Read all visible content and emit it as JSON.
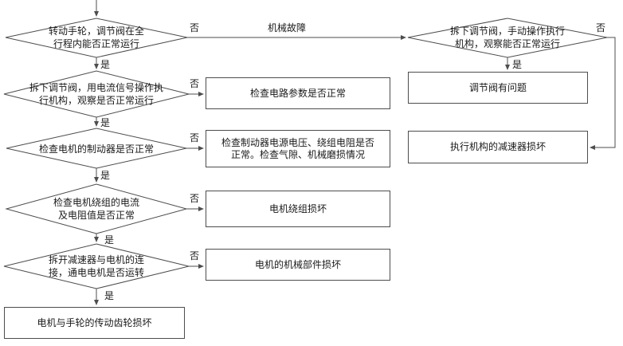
{
  "labels": {
    "yes": "是",
    "no": "否",
    "edge_mechanical_fault": "机械故障"
  },
  "nodes": {
    "d_handwheel": "转动手轮，调节阀在全行程内能否正常运行",
    "d_manual_actuator": "拆下调节阀，手动操作执行机构，观察能否正常运行",
    "d_current_signal": "拆下调节阀，用电流信号操作执行机构，观察是否正常运行",
    "d_brake_check": "检查电机的制动器是否正常",
    "d_winding_check": "检查电机绕组的电流及电阻值是否正常",
    "d_motor_run": "拆开减速器与电机的连接，通电电机是否运转",
    "b_valve_problem": "调节阀有问题",
    "b_reducer_damaged": "执行机构的减速器损坏",
    "b_circuit_params": "检查电路参数是否正常",
    "b_brake_power": "检查制动器电源电压、绕组电阻是否正常。检查气隙、机械磨损情况",
    "b_winding_damaged": "电机绕组损坏",
    "b_motor_mech_damaged": "电机的机械部件损坏",
    "b_gear_damaged": "电机与手轮的传动齿轮损坏"
  }
}
